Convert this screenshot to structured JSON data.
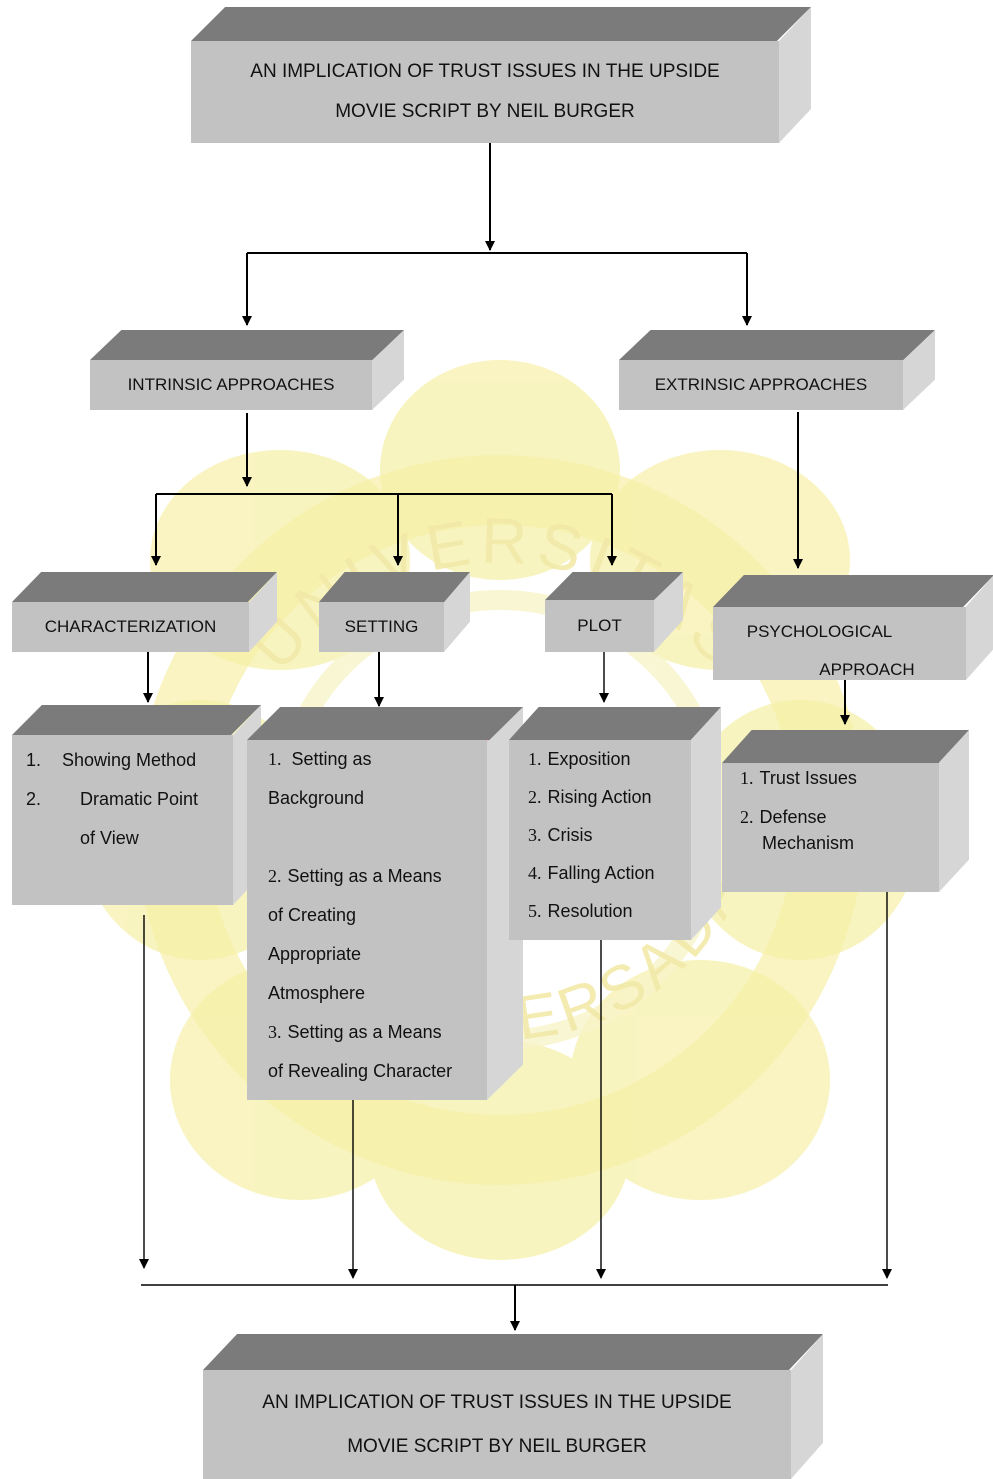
{
  "watermark": {
    "top_text": "UNIVERSITAS",
    "bottom_text": "DARMA PERSADA",
    "colors": {
      "ring": "#f6f0a6",
      "text": "#f2e9a8",
      "center": "#d66a6a"
    }
  },
  "box_colors": {
    "front": "#c2c2c2",
    "top": "#7b7b7b",
    "side": "#d6d6d6"
  },
  "title_top": [
    "AN IMPLICATION OF TRUST ISSUES IN THE UPSIDE",
    "MOVIE SCRIPT BY NEIL BURGER"
  ],
  "intrinsic": "INTRINSIC APPROACHES",
  "extrinsic": "EXTRINSIC APPROACHES",
  "characterization": {
    "label": "CHARACTERIZATION",
    "items": [
      {
        "num": "1.",
        "text": "Showing Method"
      },
      {
        "num": "2.",
        "text": "Dramatic Point"
      },
      {
        "num": "",
        "text": "of View"
      }
    ]
  },
  "setting": {
    "label": "SETTING",
    "items": [
      {
        "num": "1.",
        "text": "Setting as"
      },
      {
        "num": "",
        "text": "Background"
      },
      {
        "num": "2.",
        "text": "Setting as a Means"
      },
      {
        "num": "",
        "text": "of Creating"
      },
      {
        "num": "",
        "text": "Appropriate"
      },
      {
        "num": "",
        "text": "Atmosphere"
      },
      {
        "num": "3.",
        "text": "Setting as a Means"
      },
      {
        "num": "",
        "text": "of Revealing Character"
      }
    ]
  },
  "plot": {
    "label": "PLOT",
    "items": [
      {
        "num": "1.",
        "text": "Exposition"
      },
      {
        "num": "2.",
        "text": "Rising Action"
      },
      {
        "num": "3.",
        "text": "Crisis"
      },
      {
        "num": "4.",
        "text": "Falling Action"
      },
      {
        "num": "5.",
        "text": "Resolution"
      }
    ]
  },
  "psychological": {
    "label": [
      "PSYCHOLOGICAL",
      "APPROACH"
    ],
    "items": [
      {
        "num": "1.",
        "text": "Trust Issues"
      },
      {
        "num": "2.",
        "text": "Defense"
      },
      {
        "num": "",
        "text": "Mechanism"
      }
    ]
  },
  "title_bottom": [
    "AN IMPLICATION OF TRUST ISSUES IN THE UPSIDE",
    "MOVIE SCRIPT BY NEIL BURGER"
  ]
}
